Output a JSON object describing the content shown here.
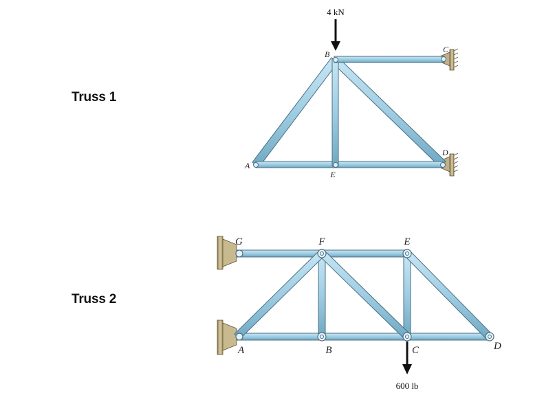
{
  "truss1": {
    "title": "Truss 1",
    "load": "4 kN",
    "nodes": {
      "A": "A",
      "B": "B",
      "C": "C",
      "D": "D",
      "E": "E"
    }
  },
  "truss2": {
    "title": "Truss 2",
    "load": "600 lb",
    "nodes": {
      "A": "A",
      "B": "B",
      "C": "C",
      "D": "D",
      "E": "E",
      "F": "F",
      "G": "G"
    }
  },
  "colors": {
    "member_fill": "#9fcde3",
    "member_stroke": "#4a6f82",
    "support_fill": "#c9b98f",
    "load_arrow": "#111111"
  }
}
